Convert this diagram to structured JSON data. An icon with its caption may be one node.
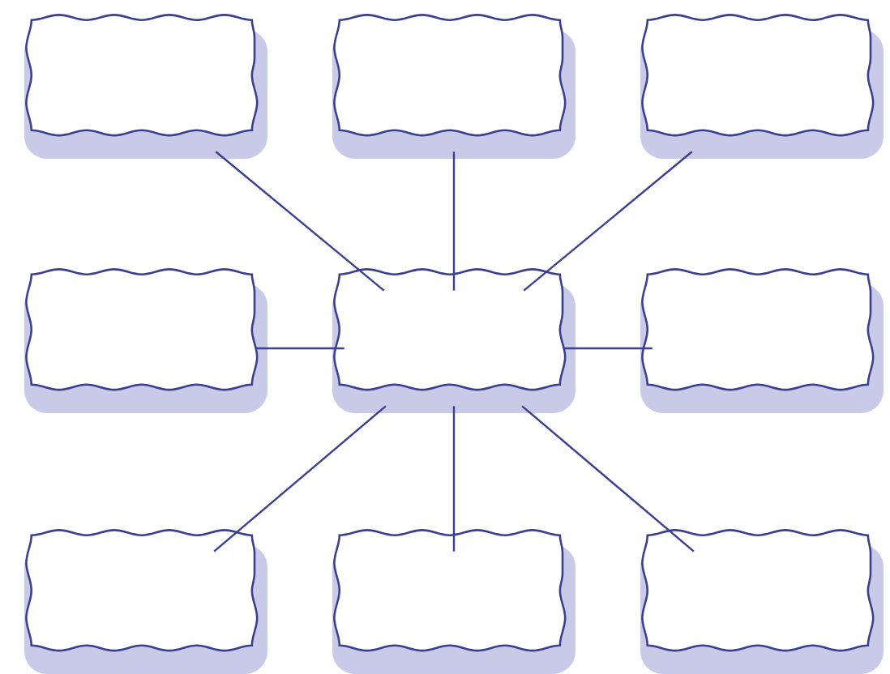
{
  "diagram": {
    "nodes": [
      {
        "text": [],
        "shape": "cloud"
      },
      {
        "text": [],
        "shape": "cloud"
      },
      {
        "text": [],
        "shape": "cloud"
      },
      {
        "text": [],
        "shape": "cloud"
      },
      {
        "text": [],
        "shape": "cloud"
      },
      {
        "text": [],
        "shape": "cloud"
      },
      {
        "text": [],
        "shape": "cloud"
      },
      {
        "text": [],
        "shape": "cloud"
      },
      {
        "text": [],
        "shape": "cloud"
      }
    ],
    "edges": [
      {
        "from": 4,
        "to": 0,
        "arrow": "none"
      },
      {
        "from": 4,
        "to": 1,
        "arrow": "none"
      },
      {
        "from": 4,
        "to": 2,
        "arrow": "none"
      },
      {
        "from": 4,
        "to": 3,
        "arrow": "none"
      },
      {
        "from": 4,
        "to": 5,
        "arrow": "none"
      },
      {
        "from": 4,
        "to": 6,
        "arrow": "none"
      },
      {
        "from": 4,
        "to": 7,
        "arrow": "none"
      },
      {
        "from": 4,
        "to": 8,
        "arrow": "none"
      }
    ]
  }
}
